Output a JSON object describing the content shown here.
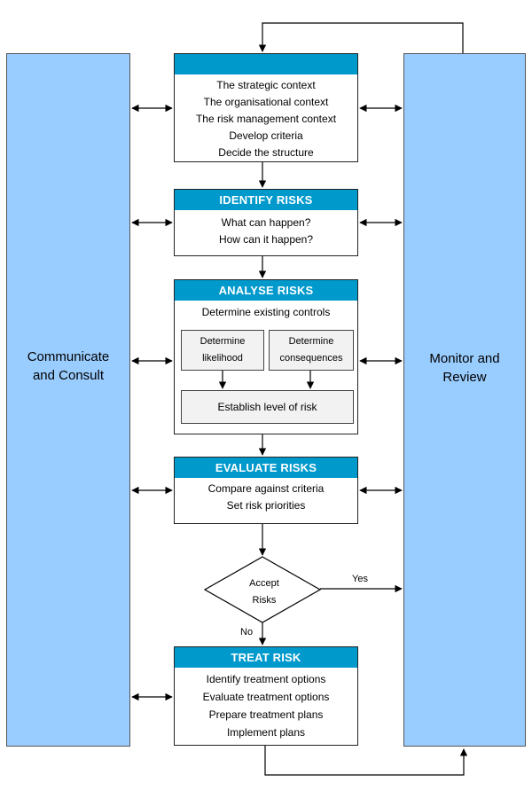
{
  "left_bar": {
    "line1": "Communicate",
    "line2": "and Consult"
  },
  "right_bar": {
    "line1": "Monitor and",
    "line2": "Review"
  },
  "context_box": {
    "header": "",
    "lines": [
      "The strategic context",
      "The organisational context",
      "The risk management context",
      "Develop criteria",
      "Decide the structure"
    ]
  },
  "identify_box": {
    "header": "IDENTIFY RISKS",
    "lines": [
      "What can happen?",
      "How can it happen?"
    ]
  },
  "analyse_box": {
    "header": "ANALYSE RISKS",
    "intro": "Determine existing controls",
    "likelihood": [
      "Determine",
      "likelihood"
    ],
    "consequences": [
      "Determine",
      "consequences"
    ],
    "level": "Establish level of risk"
  },
  "evaluate_box": {
    "header": "EVALUATE RISKS",
    "lines": [
      "Compare against criteria",
      "Set risk priorities"
    ]
  },
  "decision": {
    "line1": "Accept",
    "line2": "Risks",
    "yes": "Yes",
    "no": "No"
  },
  "treat_box": {
    "header": "TREAT RISK",
    "lines": [
      "Identify treatment options",
      "Evaluate treatment options",
      "Prepare treatment plans",
      "Implement plans"
    ]
  }
}
